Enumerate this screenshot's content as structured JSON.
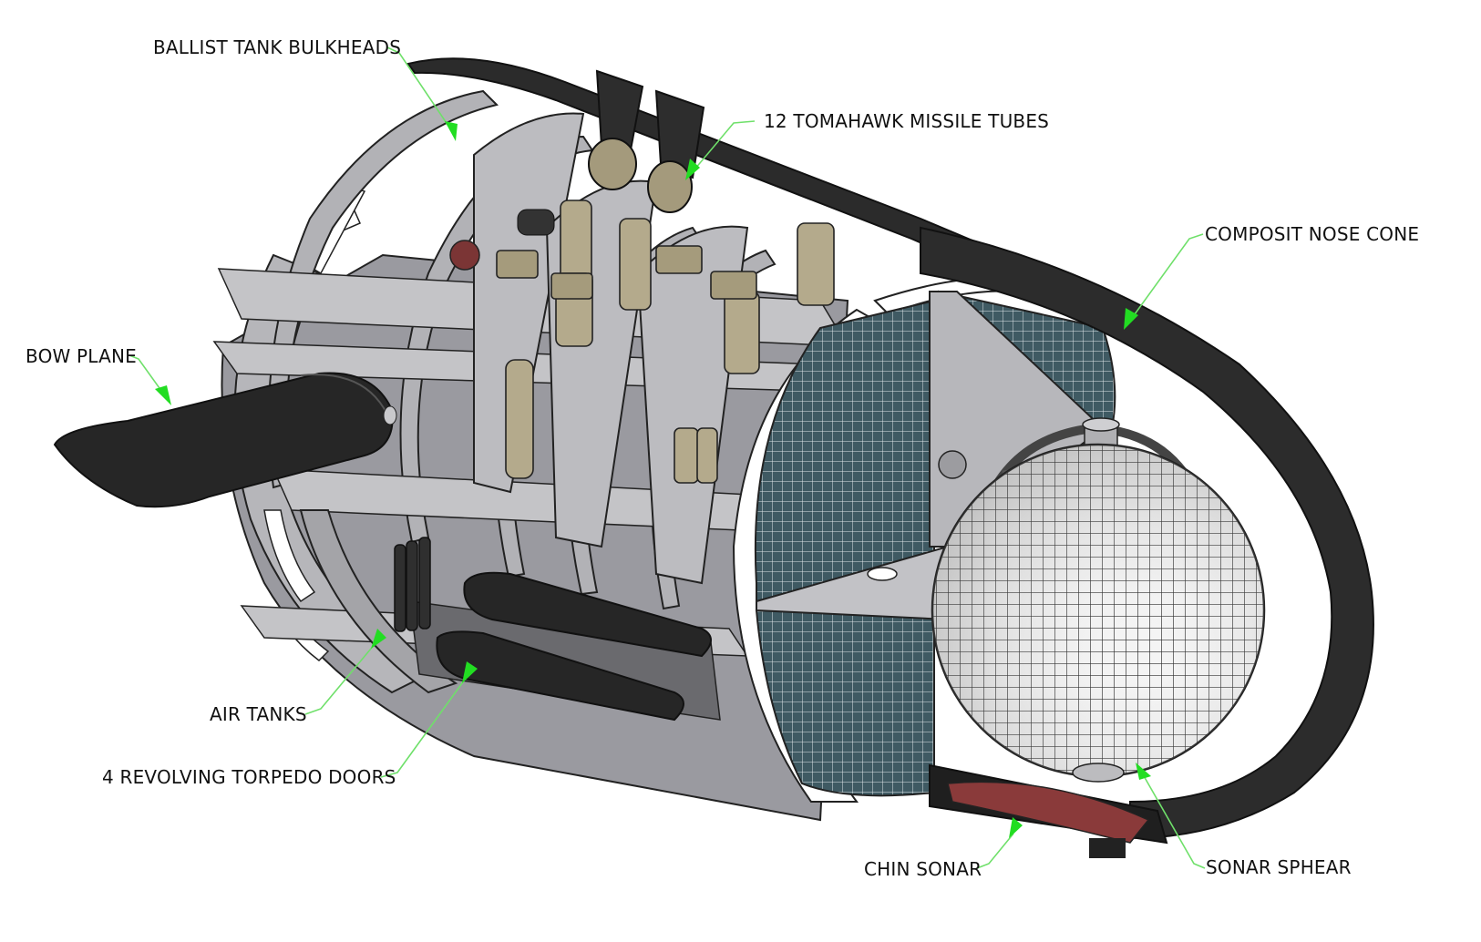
{
  "diagram": {
    "labels": {
      "ballast": "BALLIST TANK BULKHEADS",
      "missile": "12 TOMAHAWK MISSILE TUBES",
      "nose": "COMPOSIT NOSE CONE",
      "bow": "BOW PLANE",
      "air": "AIR TANKS",
      "torpedo": "4 REVOLVING TORPEDO DOORS",
      "chin": "CHIN SONAR",
      "sphere": "SONAR SPHEAR"
    },
    "colors": {
      "leader": "#6fe06a",
      "arrow": "#22dd22",
      "hull_dark": "#2b2b2b",
      "metal": "#a9a9ad",
      "metal_dark": "#7d7d82",
      "tube": "#b4aa8c",
      "array": "#3f5a63",
      "sphere_red": "#8a3a3a"
    }
  }
}
